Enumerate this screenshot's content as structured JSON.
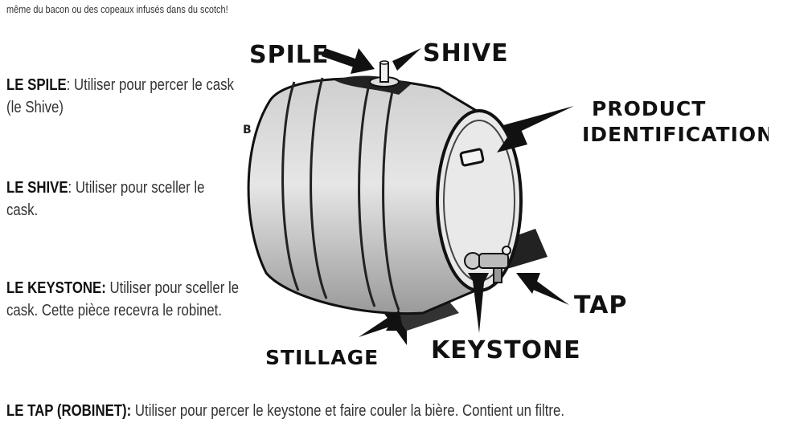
{
  "intro_line": "même du bacon ou des copeaux infusés dans du scotch!",
  "definitions": {
    "spile": {
      "term": "LE SPILE",
      "text": ": Utiliser pour percer le cask (le Shive)"
    },
    "shive": {
      "term": "LE SHIVE",
      "text": ": Utiliser pour sceller le cask."
    },
    "keystone": {
      "term": "LE KEYSTONE:",
      "text": " Utiliser pour sceller le cask. Cette pièce recevra le robinet."
    },
    "tap": {
      "term": "LE TAP (ROBINET):",
      "text": " Utiliser pour percer le keystone et faire couler la bière. Contient un filtre."
    }
  },
  "diagram_labels": {
    "spile": "SPILE",
    "shive": "SHIVE",
    "product_1": "PRODUCT",
    "product_2": "IDENTIFICATION",
    "tap": "TAP",
    "stillage": "STILLAGE",
    "keystone": "KEYSTONE",
    "barrel_mark": "B"
  }
}
